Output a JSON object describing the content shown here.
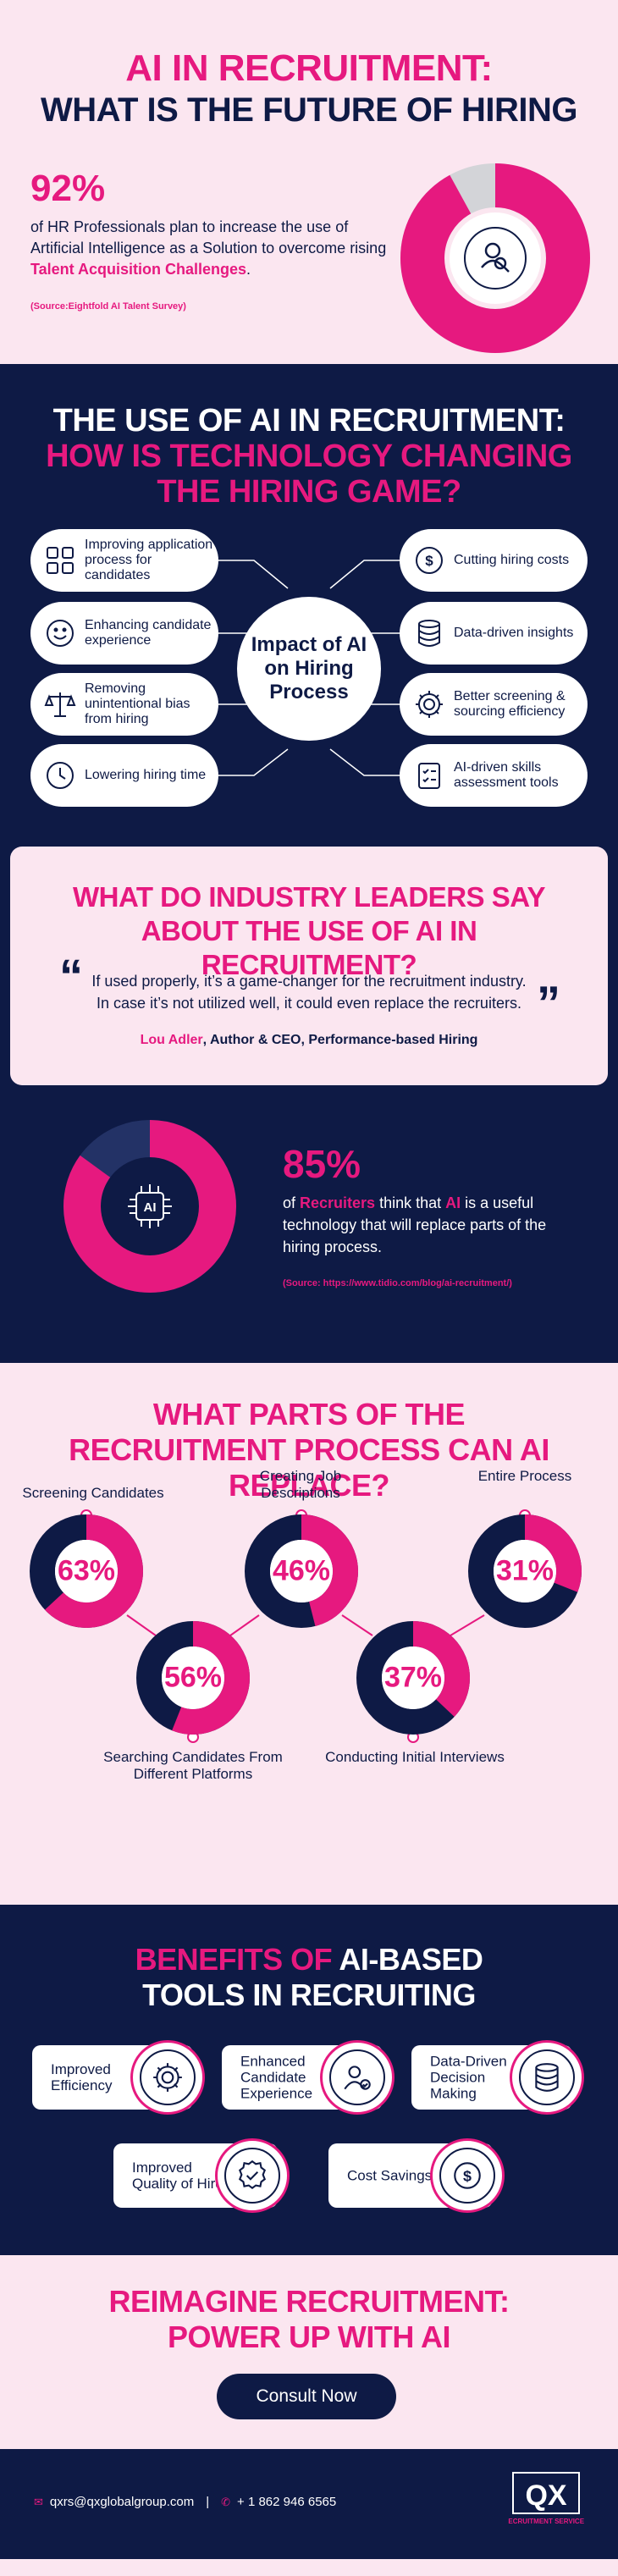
{
  "intro": {
    "title_line1": "AI IN RECRUITMENT:",
    "title_line2": "WHAT IS THE FUTURE OF HIRING",
    "stat": "92%",
    "desc_prefix": "of HR Professionals plan to increase the use of Artificial Intelligence as a Solution to overcome rising ",
    "desc_highlight": "Talent Acquisition Challenges",
    "desc_suffix": ".",
    "source": "(Source:Eightfold AI Talent Survey)",
    "donut_fraction": 0.92,
    "icon": "user-search-icon"
  },
  "impact": {
    "title_white": "THE USE OF AI IN RECRUITMENT: ",
    "title_pink": "HOW IS TECHNOLOGY CHANGING THE HIRING GAME?",
    "hub": "Impact of AI on Hiring Process",
    "left_items": [
      {
        "label": "Improving application process for candidates",
        "icon": "grid-icon"
      },
      {
        "label": "Enhancing candidate experience",
        "icon": "smile-icon"
      },
      {
        "label": "Removing unintentional bias from hiring",
        "icon": "scale-icon"
      },
      {
        "label": "Lowering hiring time",
        "icon": "clock-icon"
      }
    ],
    "right_items": [
      {
        "label": "Cutting hiring costs",
        "icon": "dollar-icon"
      },
      {
        "label": "Data-driven insights",
        "icon": "database-icon"
      },
      {
        "label": "Better screening & sourcing efficiency",
        "icon": "gear-icon"
      },
      {
        "label": "AI-driven skills assessment tools",
        "icon": "checklist-icon"
      }
    ]
  },
  "leaders": {
    "title": "WHAT DO INDUSTRY LEADERS SAY ABOUT THE USE OF AI IN RECRUITMENT?",
    "quote_line1": "If used properly, it’s a game-changer for the recruitment industry.",
    "quote_line2": "In case it’s not utilized well, it could even replace the recruiters.",
    "author_name": "Lou Adler",
    "author_role": ", Author & CEO, Performance-based Hiring"
  },
  "stat85": {
    "stat": "85%",
    "desc_a": "of ",
    "desc_b": "Recruiters",
    "desc_c": " think that ",
    "desc_d": "AI",
    "desc_e": " is a useful technology that will replace parts of the hiring process.",
    "source": "(Source: https://www.tidio.com/blog/ai-recruitment/)",
    "donut_fraction": 0.85,
    "icon_text": "AI"
  },
  "parts": {
    "title": "WHAT PARTS OF THE RECRUITMENT PROCESS CAN AI REPLACE?",
    "items": [
      {
        "label": "Screening Candidates",
        "value": "63%",
        "fraction": 0.63
      },
      {
        "label": "Searching Candidates From Different Platforms",
        "value": "56%",
        "fraction": 0.56
      },
      {
        "label": "Creating Job Descriptions",
        "value": "46%",
        "fraction": 0.46
      },
      {
        "label": "Conducting Initial Interviews",
        "value": "37%",
        "fraction": 0.37
      },
      {
        "label": "Entire Process",
        "value": "31%",
        "fraction": 0.31
      }
    ]
  },
  "benefits": {
    "title_pink": "BENEFITS OF ",
    "title_white": "AI-BASED TOOLS IN RECRUITING",
    "items": [
      {
        "label": "Improved Efficiency",
        "icon": "gear-icon"
      },
      {
        "label": "Enhanced Candidate Experience",
        "icon": "users-icon"
      },
      {
        "label": "Data-Driven Decision Making",
        "icon": "database-icon"
      },
      {
        "label": "Improved Quality of Hires",
        "icon": "quality-badge-icon"
      },
      {
        "label": "Cost Savings",
        "icon": "dollar-icon"
      }
    ]
  },
  "cta": {
    "title_line1": "REIMAGINE RECRUITMENT:",
    "title_line2": "POWER UP WITH AI",
    "button": "Consult Now"
  },
  "footer": {
    "email": "qxrs@qxglobalgroup.com",
    "phone": "+ 1 862 946 6565",
    "separator": "|",
    "logo_text": "QX",
    "logo_sub": "RECRUITMENT SERVICES"
  },
  "colors": {
    "pink": "#e6197f",
    "navy": "#0e1a45",
    "blush": "#fbe6f0"
  }
}
